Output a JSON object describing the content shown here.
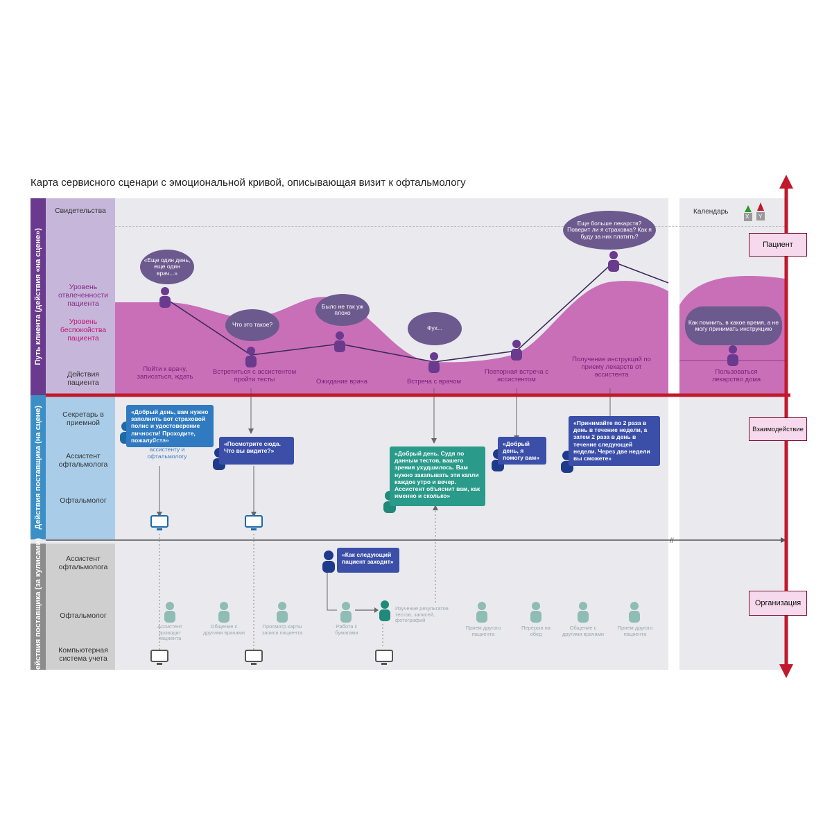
{
  "title": "Карта сервисного сценари с эмоциональной кривой, описывающая визит к офтальмологу",
  "lanes": {
    "patient_path": "Путь клиента (действия «на сцене»)",
    "staff_front": "Действия поставщика (на сцене)",
    "staff_back": "Действия поставщика (за кулисами)"
  },
  "row_labels": {
    "evidence": "Свидетельства",
    "engagement": "Уровень отвлеченности пациента",
    "anxiety": "Уровень беспокойства пациента",
    "patient_actions": "Действия пациента",
    "secretary": "Секретарь в приемной",
    "assistant_front": "Ассистент офтальмолога",
    "ophthalmologist_front": "Офтальмолог",
    "assistant_back": "Ассистент офтальмолога",
    "ophthalmologist_back": "Офтальмолог",
    "computer_system": "Компьютерная система учета"
  },
  "calendar_label": "Календарь",
  "calendar_keys": [
    "X",
    "Y"
  ],
  "right_labels": {
    "patient": "Пациент",
    "interaction": "Взаимодействие",
    "organization": "Организация"
  },
  "clouds": [
    "«Еще один день, еще один врач...»",
    "Что это такое?",
    "Было не так уж плохо",
    "Фух...",
    "Еще больше лекарств? Поверит ли я страховка? Как я буду за них платить?",
    "Как помнить, в какое время, а не могу принимать инструкцию"
  ],
  "patient_steps": [
    "Пойти к врачу, записаться, ждать",
    "Встретиться с ассистентом пройти тесты",
    "Ожидание врача",
    "Встреча с врачом",
    "Повторная встреча с ассистентом",
    "Получение инструкций по приему лекарств от ассистента",
    "Пользоваться лекарство дома"
  ],
  "bubbles": {
    "secretary": "«Добрый день, вам нужно заполнить вот страховой полис и удостоверение личности! Проходите, пожалуйста»",
    "assistant1": "«Посмотрите сюда. Что вы видите?»",
    "doctor": "«Добрый день. Судя по данным тестов, вашего зрения ухудшилось. Вам нужно закапывать эти капли каждое утро и вечер. Ассистент объяснит вам, как именно и сколько»",
    "assistant2": "«Добрый день, я помогу вам»",
    "assistant3": "«Принимайте по 2 раза в день в течение недели, а затем 2 раза в день в течение следующей недели. Через две недели вы сможете»",
    "assistant_back": "«Как следующий пациент заходит»"
  },
  "secretary_note": "Проводит к ассистенту и офтальмологу",
  "back_notes": [
    "Ассистент проводит пациента",
    "Общение с другими врачами",
    "Просмотр карты записи пациента",
    "Работа с бумагами",
    "Изучение результатов тестов, записей, фотографий",
    "Прием другого пациента",
    "Перерыв на обед",
    "Общение с другими врачами",
    "Прием другого пациента"
  ],
  "colors": {
    "purple_band": "#6a3a8e",
    "blue_band": "#3b8fc5",
    "grey_band": "#8c8c8c",
    "curve_fill": "#c86fb8",
    "red_line": "#c2182b",
    "bubble_blue": "#3b4fa8",
    "bubble_teal": "#2a9a8a",
    "cloud": "#6c5a8e"
  }
}
